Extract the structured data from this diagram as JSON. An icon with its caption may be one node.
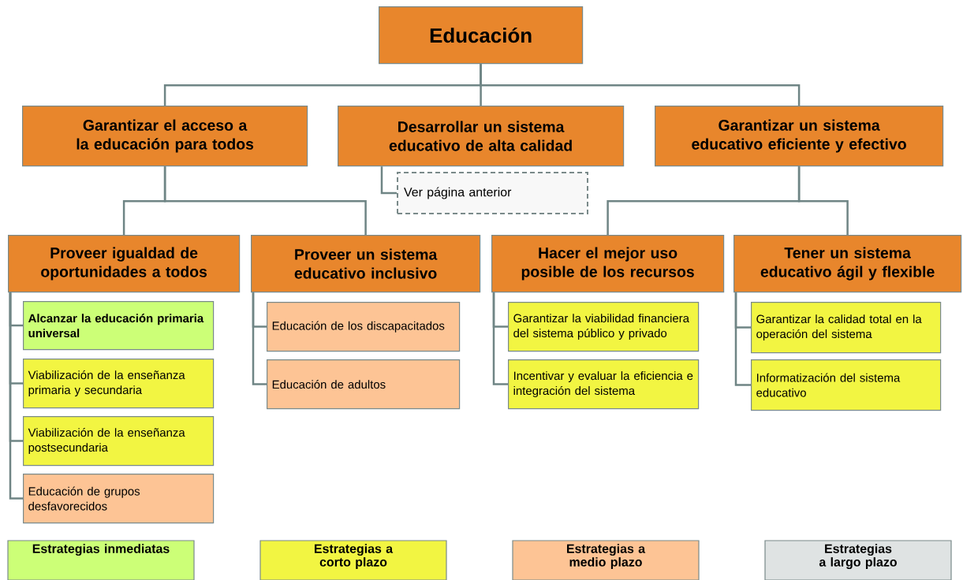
{
  "diagram": {
    "nodes": [
      {
        "text": [
          "Educación"
        ]
      },
      {
        "text": [
          "Garantizar el acceso a la educación para todos"
        ]
      },
      {
        "text": [
          "Desarrollar un sistema educativo de alta calidad"
        ]
      },
      {
        "text": [
          "Garantizar un sistema educativo eficiente y efectivo"
        ]
      },
      {
        "text": [
          "Ver página anterior"
        ]
      },
      {
        "text": [
          "Proveer igualdad de oportunidades a todos"
        ]
      },
      {
        "text": [
          "Proveer un sistema educativo inclusivo"
        ]
      },
      {
        "text": [
          "Hacer el mejor uso posible de los recursos"
        ]
      },
      {
        "text": [
          "Tener un sistema educativo ágil y flexible"
        ]
      },
      {
        "text": [
          "Alcanzar la educación primaria universal"
        ]
      },
      {
        "text": [
          "Viabilización de la enseñanza primaria y secundaria"
        ]
      },
      {
        "text": [
          "Viabilización de la enseñanza postsecundaria"
        ]
      },
      {
        "text": [
          "Educación de grupos desfavorecidos"
        ]
      },
      {
        "text": [
          "Educación de los discapacitados"
        ]
      },
      {
        "text": [
          "Educación de adultos"
        ]
      },
      {
        "text": [
          "Garantizar la viabilidad financiera del sistema público y privado"
        ]
      },
      {
        "text": [
          "Incentivar y evaluar la eficiencia e integración del sistema"
        ]
      },
      {
        "text": [
          "Garantizar la calidad total en la operación del sistema"
        ]
      },
      {
        "text": [
          "Informatización del sistema educativo"
        ]
      }
    ],
    "edges": [
      {
        "from": 0,
        "to": 1,
        "arrow": "none"
      },
      {
        "from": 0,
        "to": 2,
        "arrow": "none"
      },
      {
        "from": 0,
        "to": 3,
        "arrow": "none"
      },
      {
        "from": 2,
        "to": 4,
        "arrow": "none"
      },
      {
        "from": 1,
        "to": 5,
        "arrow": "none"
      },
      {
        "from": 1,
        "to": 6,
        "arrow": "none"
      },
      {
        "from": 3,
        "to": 7,
        "arrow": "none"
      },
      {
        "from": 3,
        "to": 8,
        "arrow": "none"
      },
      {
        "from": 5,
        "to": 9,
        "arrow": "none"
      },
      {
        "from": 5,
        "to": 10,
        "arrow": "none"
      },
      {
        "from": 5,
        "to": 11,
        "arrow": "none"
      },
      {
        "from": 5,
        "to": 12,
        "arrow": "none"
      },
      {
        "from": 6,
        "to": 13,
        "arrow": "none"
      },
      {
        "from": 6,
        "to": 14,
        "arrow": "none"
      },
      {
        "from": 7,
        "to": 15,
        "arrow": "none"
      },
      {
        "from": 7,
        "to": 16,
        "arrow": "none"
      },
      {
        "from": 8,
        "to": 17,
        "arrow": "none"
      },
      {
        "from": 8,
        "to": 18,
        "arrow": "none"
      }
    ],
    "legend": [
      {
        "text": "Estrategias inmediatas",
        "color": "#ccff77"
      },
      {
        "text": "Estrategias a corto plazo",
        "color": "#f2f542"
      },
      {
        "text": "Estrategias a medio plazo",
        "color": "#fdc495"
      },
      {
        "text": "Estrategias a largo plazo",
        "color": "#dfe3e3"
      }
    ]
  }
}
